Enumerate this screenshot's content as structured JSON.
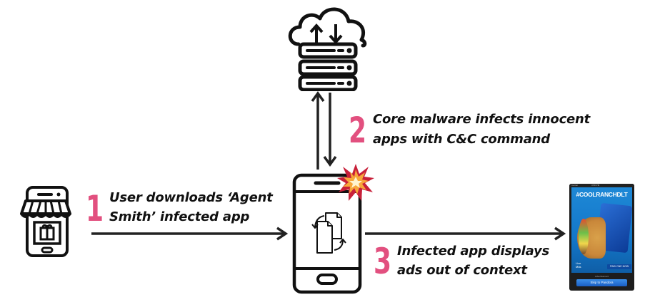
{
  "diagram": {
    "title_hidden": "",
    "steps": [
      {
        "number": "1",
        "line1": "User downloads ‘Agent",
        "line2": "Smith’ infected app"
      },
      {
        "number": "2",
        "line1": "Core malware infects innocent",
        "line2": "apps with C&C command"
      },
      {
        "number": "3",
        "line1": "Infected app displays",
        "line2": "ads out of context"
      }
    ],
    "nodes": {
      "app_store": "app-store-icon",
      "cloud_server": "cloud-server-icon",
      "phone": "infected-phone-icon",
      "ad_screenshot": "ad-screenshot"
    },
    "ad": {
      "status_carrier": "Carrier",
      "status_time": "3:58 PM",
      "hashtag": "#COOLRANCHDLT",
      "find_one": "FIND ONE NOW",
      "brand": "Live Más",
      "advertisement_label": "Advertisement",
      "skip_button": "Skip to Pandora"
    },
    "colors": {
      "step_number": "#e2507f",
      "icon_stroke": "#111111",
      "burst_outer": "#c8203a",
      "burst_inner": "#f7a73b"
    }
  }
}
